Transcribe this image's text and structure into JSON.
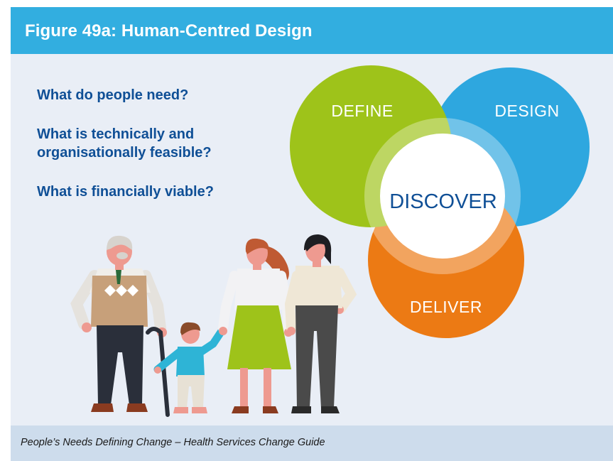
{
  "figure": {
    "title": "Figure 49a:  Human-Centred Design",
    "caption": "People’s Needs Defining Change – Health Services Change Guide"
  },
  "questions": [
    "What do people need?",
    "What is technically and",
    "organisationally feasible?",
    "What is financially viable?"
  ],
  "diagram": {
    "define": "DEFINE",
    "design": "DESIGN",
    "deliver": "DELIVER",
    "discover": "DISCOVER"
  },
  "colors": {
    "header": "#32aee0",
    "panel": "#e9eef6",
    "footer": "#cddcec",
    "question_text": "#0f4f96",
    "define": "#9ec31a",
    "design": "#2ea7df",
    "deliver": "#ec7a14",
    "discover_text": "#0f4f96"
  },
  "illustration": {
    "figures": [
      "elderly-man-with-cane",
      "child",
      "woman-in-green-skirt",
      "woman-in-grey-trousers"
    ]
  }
}
